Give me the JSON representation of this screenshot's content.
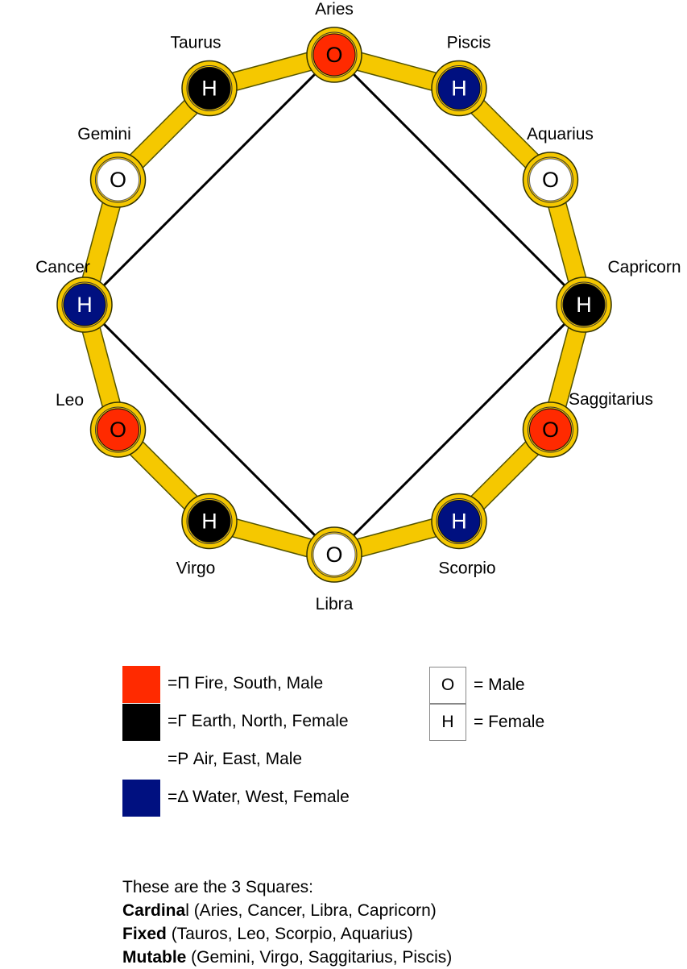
{
  "colors": {
    "ring": "#f5c800",
    "ring_stroke": "#555500",
    "fire": "#ff2a00",
    "earth": "#000000",
    "air": "#ffffff",
    "water": "#001080",
    "square_line": "#000000"
  },
  "nodes": [
    {
      "name": "Aries",
      "symbol": "O",
      "element": "fire"
    },
    {
      "name": "Taurus",
      "symbol": "H",
      "element": "earth"
    },
    {
      "name": "Gemini",
      "symbol": "O",
      "element": "air"
    },
    {
      "name": "Cancer",
      "symbol": "H",
      "element": "water"
    },
    {
      "name": "Leo",
      "symbol": "O",
      "element": "fire"
    },
    {
      "name": "Virgo",
      "symbol": "H",
      "element": "earth"
    },
    {
      "name": "Libra",
      "symbol": "O",
      "element": "air"
    },
    {
      "name": "Scorpio",
      "symbol": "H",
      "element": "water"
    },
    {
      "name": "Saggitarius",
      "symbol": "O",
      "element": "fire"
    },
    {
      "name": "Capricorn",
      "symbol": "H",
      "element": "earth"
    },
    {
      "name": "Aquarius",
      "symbol": "O",
      "element": "air"
    },
    {
      "name": "Piscis",
      "symbol": "H",
      "element": "water"
    }
  ],
  "cardinal_square": [
    "Aries",
    "Cancer",
    "Libra",
    "Capricorn"
  ],
  "legend": {
    "elements": [
      {
        "element": "fire",
        "label": "=Π Fire, South, Male"
      },
      {
        "element": "earth",
        "label": "=Γ Earth, North, Female"
      },
      {
        "element": "air",
        "label": "=Ρ Air, East, Male"
      },
      {
        "element": "water",
        "label": "=Δ Water, West, Female"
      }
    ],
    "symbols": [
      {
        "symbol": "O",
        "label": "= Male"
      },
      {
        "symbol": "H",
        "label": "= Female"
      }
    ]
  },
  "notes": {
    "intro": "These are the 3 Squares:",
    "lines": [
      {
        "bold": "Cardina",
        "rest": "l (Aries, Cancer, Libra, Capricorn)"
      },
      {
        "bold": "Fixed",
        "rest": " (Tauros, Leo, Scorpio, Aquarius)"
      },
      {
        "bold": "Mutable",
        "rest": " (Gemini, Virgo, Saggitarius, Piscis)"
      }
    ]
  }
}
